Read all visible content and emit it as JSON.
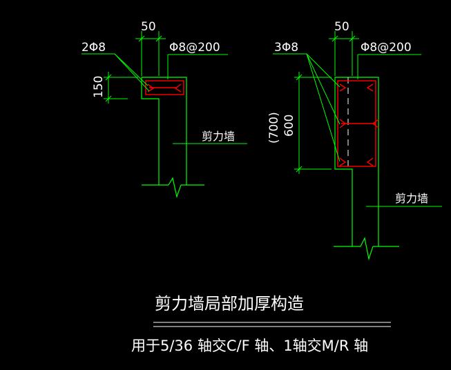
{
  "colors": {
    "background": "#000000",
    "wall_outline": "#00ff00",
    "dimension": "#00ff00",
    "rebar": "#ff0000",
    "hidden_line": "#ffffff",
    "text": "#ffffff"
  },
  "detail_left": {
    "dim_top": "50",
    "dim_side": "150",
    "rebar_label": "2Φ8",
    "stirrup_label": "Φ8@200",
    "wall_label": "剪力墙"
  },
  "detail_right": {
    "dim_top": "50",
    "dim_side": "(700)\n600",
    "dim_side_line1": "(700)",
    "dim_side_line2": "600",
    "rebar_label": "3Φ8",
    "stirrup_label": "Φ8@200",
    "wall_label": "剪力墙"
  },
  "title": "剪力墙局部加厚构造",
  "subtitle": "用于5/36 轴交C/F 轴、1轴交M/R 轴"
}
